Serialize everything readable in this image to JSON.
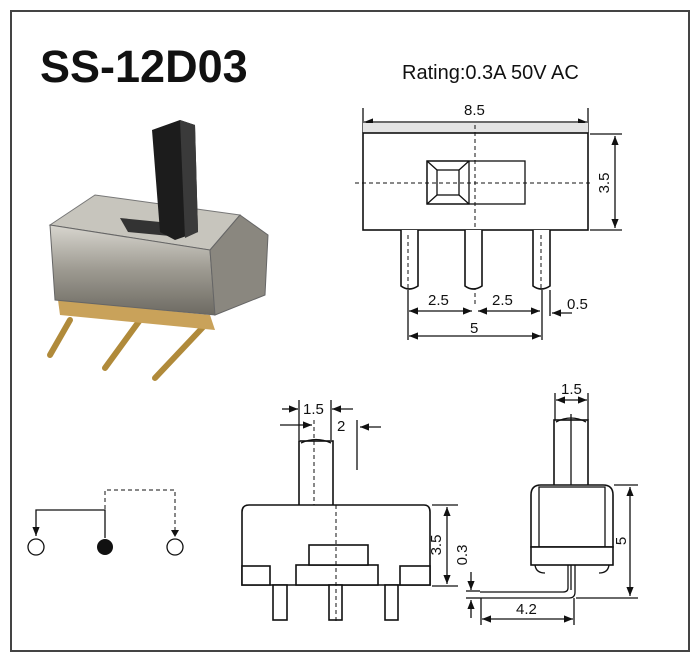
{
  "title": "SS-12D03",
  "rating": "Rating:0.3A 50V AC",
  "top_view": {
    "width": "8.5",
    "height": "3.5",
    "pitch_left": "2.5",
    "pitch_right": "2.5",
    "pin_span": "5",
    "pin_width": "0.5"
  },
  "front_view": {
    "actuator_width": "1.5",
    "actuator_travel": "2",
    "body_height": "3.5"
  },
  "side_view": {
    "actuator_width": "1.5",
    "total_height": "5",
    "lead_thickness": "0.3",
    "lead_length": "4.2"
  }
}
